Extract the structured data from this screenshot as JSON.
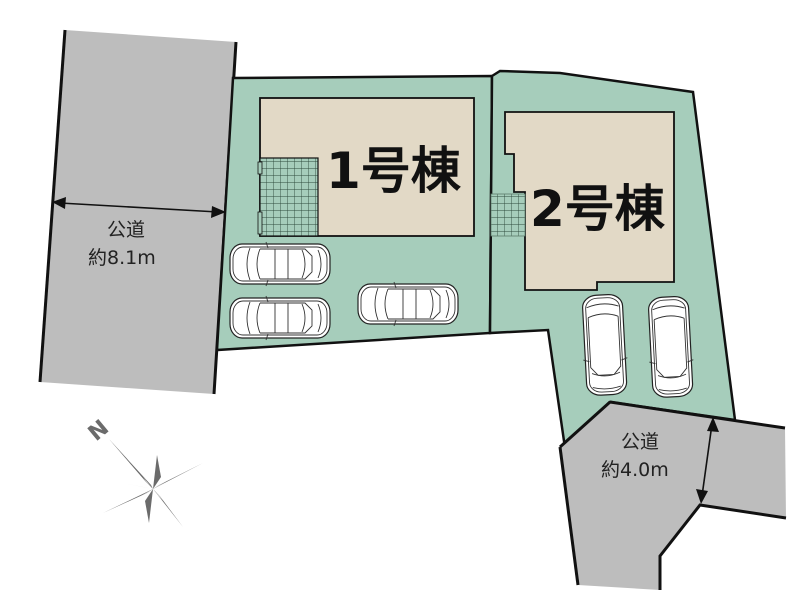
{
  "site_plan": {
    "buildings": [
      {
        "id": "house-1",
        "label": "1号棟"
      },
      {
        "id": "house-2",
        "label": "2号棟"
      }
    ],
    "roads": [
      {
        "id": "road-west",
        "name": "公道",
        "width": "約8.1m"
      },
      {
        "id": "road-south",
        "name": "公道",
        "width": "約4.0m"
      }
    ],
    "parking": {
      "house_1_spaces": 3,
      "house_2_spaces": 2
    },
    "compass": {
      "north_label": "N"
    }
  },
  "colors": {
    "lot_fill": "#a6cdbb",
    "house_fill": "#e2d9c6",
    "road_fill": "#bdbdbd",
    "outline": "#111111",
    "compass": "#6b6b6b"
  }
}
